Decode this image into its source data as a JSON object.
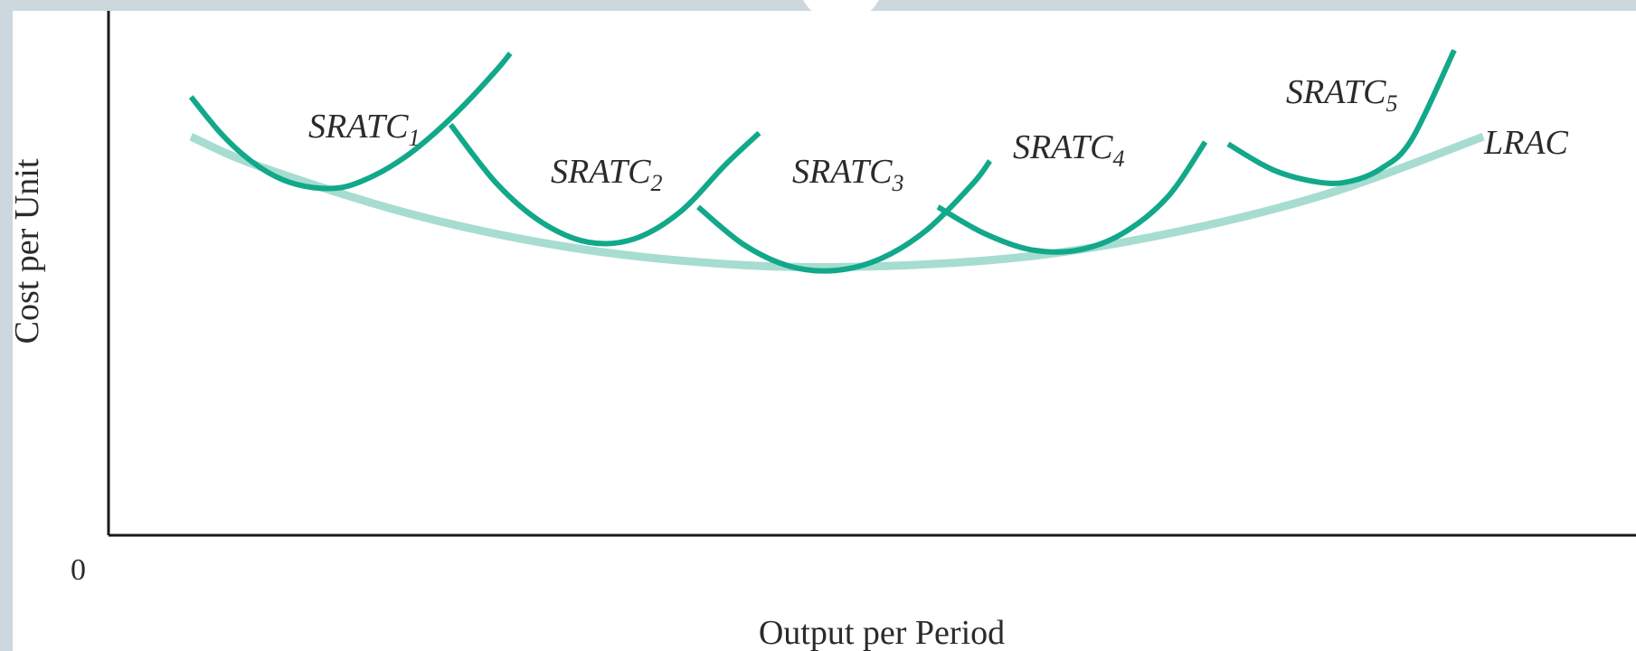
{
  "chart_data": {
    "type": "line",
    "title": "",
    "xlabel": "Output per Period",
    "ylabel": "Cost per Unit",
    "origin_label": "0",
    "xlim": [
      0,
      100
    ],
    "ylim": [
      0,
      100
    ],
    "grid": false,
    "legend": "none",
    "colors": {
      "srac": "#12a88a",
      "lrac": "#a6ddd0",
      "axis": "#1a1a1a",
      "text": "#2b2b2b"
    },
    "series": [
      {
        "label": {
          "base": "SRATC",
          "sub": "1"
        },
        "color": "#12a88a",
        "x": [
          5.4,
          7.4,
          9.4,
          11.4,
          13.4,
          15.4,
          17.4,
          19.4,
          21.4,
          23.4,
          25.4,
          26.3
        ],
        "y": [
          83.6,
          76.5,
          71.2,
          67.8,
          66.3,
          66.4,
          68.6,
          72.1,
          76.8,
          82.4,
          88.7,
          91.9
        ]
      },
      {
        "label": {
          "base": "SRATC",
          "sub": "2"
        },
        "color": "#12a88a",
        "x": [
          22.4,
          25.4,
          28.4,
          31.4,
          34.4,
          37.4,
          40.4,
          42.6
        ],
        "y": [
          78.3,
          67.1,
          59.6,
          55.9,
          56.5,
          61.6,
          70.7,
          76.7
        ]
      },
      {
        "label": {
          "base": "SRATC",
          "sub": "3"
        },
        "color": "#12a88a",
        "x": [
          38.6,
          41.6,
          44.6,
          47.6,
          50.6,
          53.6,
          56.6,
          57.7
        ],
        "y": [
          62.6,
          55.4,
          51.3,
          50.5,
          52.8,
          58.3,
          67.1,
          71.4
        ]
      },
      {
        "label": {
          "base": "SRATC",
          "sub": "4"
        },
        "color": "#12a88a",
        "x": [
          54.3,
          57.3,
          60.3,
          63.3,
          66.3,
          69.3,
          71.8
        ],
        "y": [
          62.6,
          57.6,
          54.5,
          54.3,
          57.4,
          64.4,
          75.0
        ]
      },
      {
        "label": {
          "base": "SRATC",
          "sub": "5"
        },
        "color": "#12a88a",
        "x": [
          73.3,
          76.3,
          79.3,
          81.3,
          83.3,
          85.3,
          88.1
        ],
        "y": [
          74.6,
          69.6,
          67.3,
          67.5,
          69.9,
          75.4,
          92.5
        ]
      },
      {
        "label": {
          "base": "LRAC",
          "sub": ""
        },
        "color": "#a6ddd0",
        "x": [
          5.4,
          10,
          20,
          30,
          40,
          49,
          60,
          70,
          80,
          90
        ],
        "y": [
          76.0,
          70.2,
          61.1,
          55.0,
          51.8,
          51.2,
          53.1,
          57.9,
          65.3,
          76.0
        ]
      }
    ]
  }
}
